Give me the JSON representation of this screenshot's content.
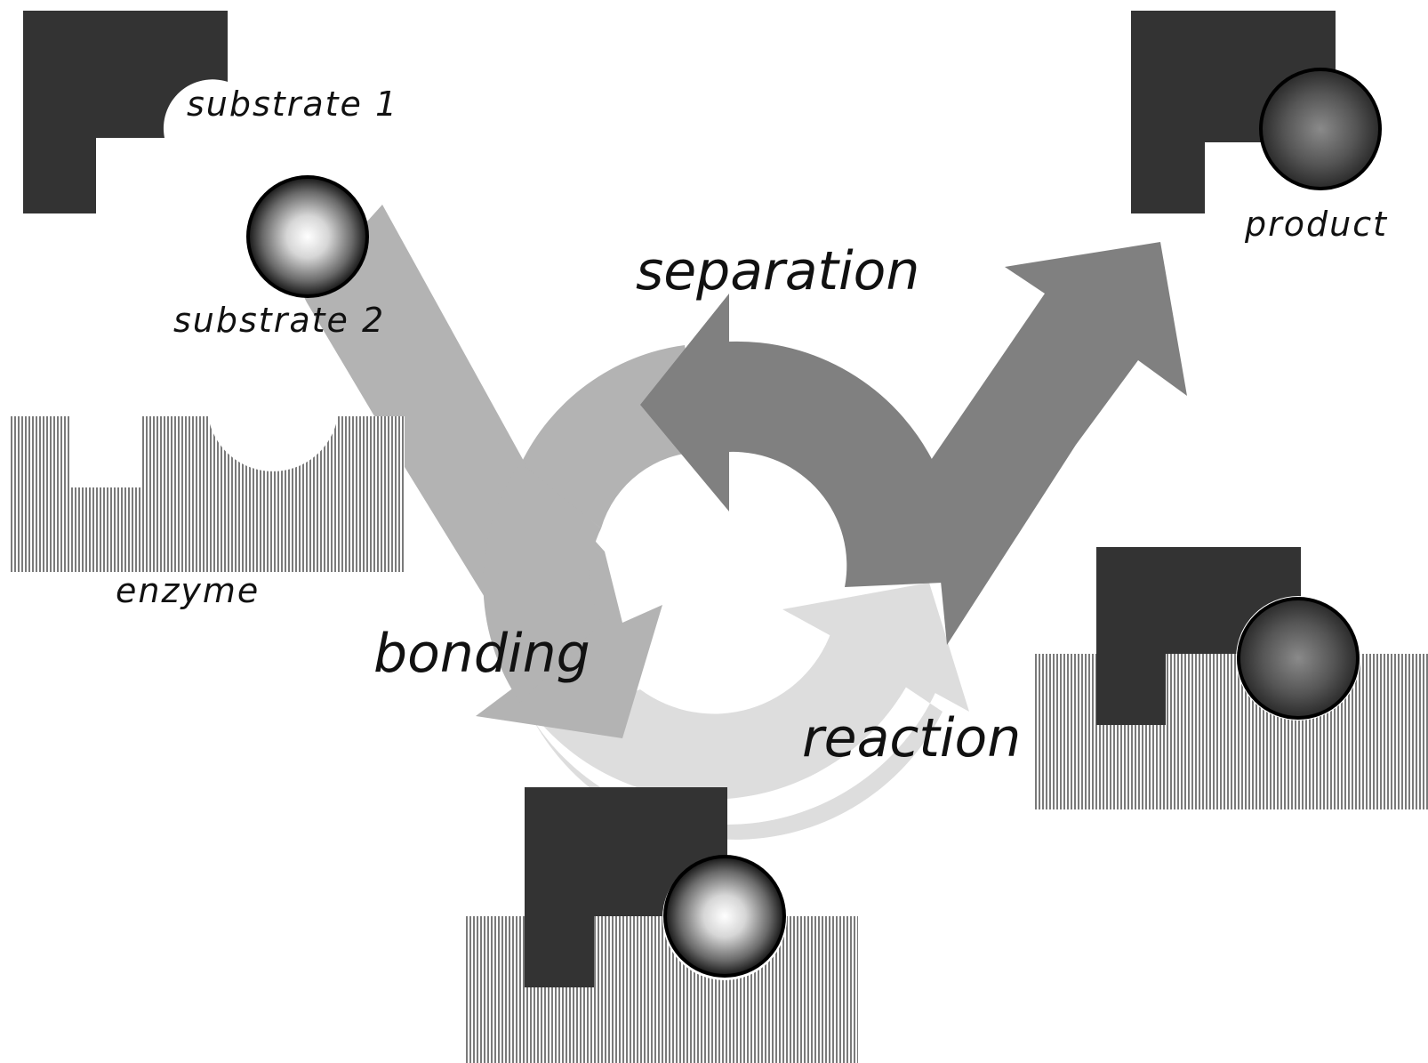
{
  "labels": {
    "substrate1": "substrate 1",
    "substrate2": "substrate 2",
    "enzyme": "enzyme",
    "product": "product",
    "separation": "separation",
    "bonding": "bonding",
    "reaction": "reaction"
  },
  "colors": {
    "background": "#ffffff",
    "substrate_block": "#333333",
    "enzyme_stripe": "#7a7a7a",
    "arrow_bonding": "#b3b3b3",
    "arrow_separation": "#808080",
    "arrow_reaction": "#dddddd",
    "ball_outline": "#000000"
  },
  "icons": {
    "cycle_arrows": "circular-cycle-arrows",
    "substrate_1": "l-shaped-block",
    "substrate_2": "sphere",
    "enzyme": "striped-block-with-pockets",
    "product": "block-with-sphere"
  }
}
